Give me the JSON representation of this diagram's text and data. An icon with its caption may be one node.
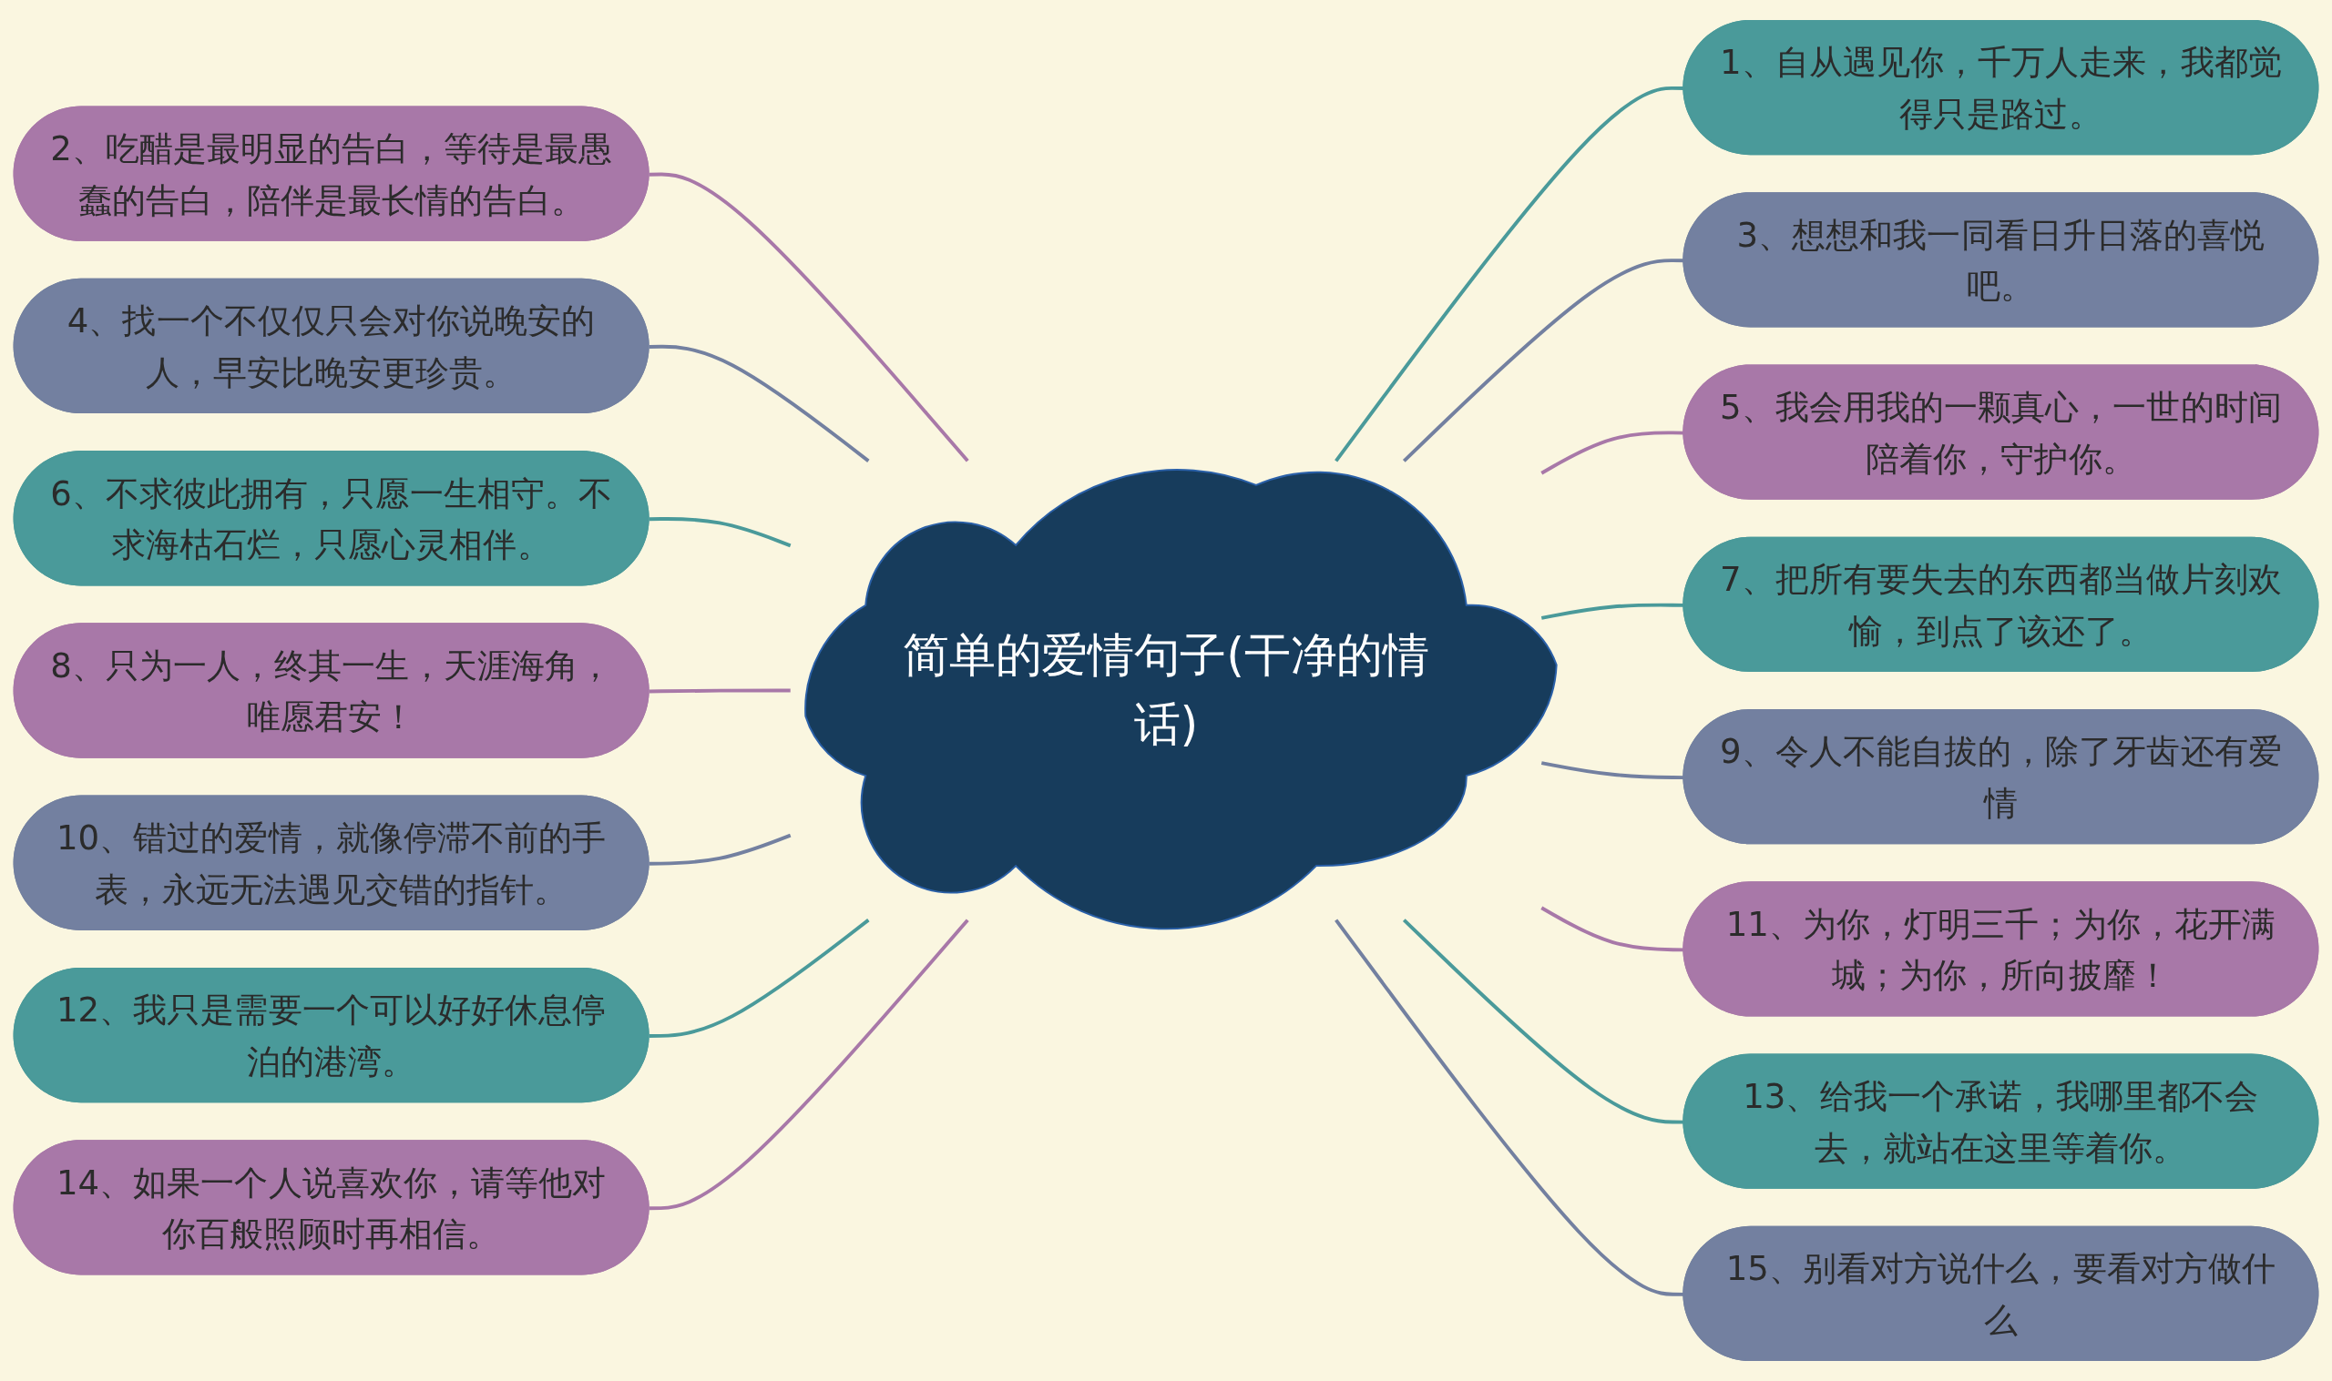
{
  "diagram": {
    "nodes": [
      {
        "text": [
          "简单的爱情句子(干净的情话)"
        ]
      },
      {
        "text": [
          "1、自从遇见你，千万人走来，我都觉得只是路过。"
        ]
      },
      {
        "text": [
          "2、吃醋是最明显的告白，等待是最愚蠢的告白，陪伴是最长情的告白。"
        ]
      },
      {
        "text": [
          "3、想想和我一同看日升日落的喜悦吧。"
        ]
      },
      {
        "text": [
          "4、找一个不仅仅只会对你说晚安的人，早安比晚安更珍贵。"
        ]
      },
      {
        "text": [
          "5、我会用我的一颗真心，一世的时间陪着你，守护你。"
        ]
      },
      {
        "text": [
          "6、不求彼此拥有，只愿一生相守。不求海枯石烂，只愿心灵相伴。"
        ]
      },
      {
        "text": [
          "7、把所有要失去的东西都当做片刻欢愉，到点了该还了。"
        ]
      },
      {
        "text": [
          "8、只为一人，终其一生，天涯海角，唯愿君安！"
        ]
      },
      {
        "text": [
          "9、令人不能自拔的，除了牙齿还有爱情"
        ]
      },
      {
        "text": [
          "10、错过的爱情，就像停滞不前的手表，永远无法遇见交错的指针。"
        ]
      },
      {
        "text": [
          "11、为你，灯明三千；为你，花开满城；为你，所向披靡！"
        ]
      },
      {
        "text": [
          "12、我只是需要一个可以好好休息停泊的港湾。"
        ]
      },
      {
        "text": [
          "13、给我一个承诺，我哪里都不会去，就站在这里等着你。"
        ]
      },
      {
        "text": [
          "14、如果一个人说喜欢你，请等他对你百般照顾时再相信。"
        ]
      },
      {
        "text": [
          "15、别看对方说什么，要看对方做什么"
        ]
      }
    ],
    "edges": [
      {
        "from": 0,
        "to": 1,
        "arrow": "none",
        "color": "#4a9a9a"
      },
      {
        "from": 0,
        "to": 2,
        "arrow": "none",
        "color": "#a878a8"
      },
      {
        "from": 0,
        "to": 3,
        "arrow": "none",
        "color": "#7380a0"
      },
      {
        "from": 0,
        "to": 4,
        "arrow": "none",
        "color": "#7380a0"
      },
      {
        "from": 0,
        "to": 5,
        "arrow": "none",
        "color": "#a878a8"
      },
      {
        "from": 0,
        "to": 6,
        "arrow": "none",
        "color": "#4a9a9a"
      },
      {
        "from": 0,
        "to": 7,
        "arrow": "none",
        "color": "#4a9a9a"
      },
      {
        "from": 0,
        "to": 8,
        "arrow": "none",
        "color": "#a878a8"
      },
      {
        "from": 0,
        "to": 9,
        "arrow": "none",
        "color": "#7380a0"
      },
      {
        "from": 0,
        "to": 10,
        "arrow": "none",
        "color": "#7380a0"
      },
      {
        "from": 0,
        "to": 11,
        "arrow": "none",
        "color": "#a878a8"
      },
      {
        "from": 0,
        "to": 12,
        "arrow": "none",
        "color": "#4a9a9a"
      },
      {
        "from": 0,
        "to": 13,
        "arrow": "none",
        "color": "#4a9a9a"
      },
      {
        "from": 0,
        "to": 14,
        "arrow": "none",
        "color": "#a878a8"
      },
      {
        "from": 0,
        "to": 15,
        "arrow": "none",
        "color": "#7380a0"
      }
    ]
  }
}
